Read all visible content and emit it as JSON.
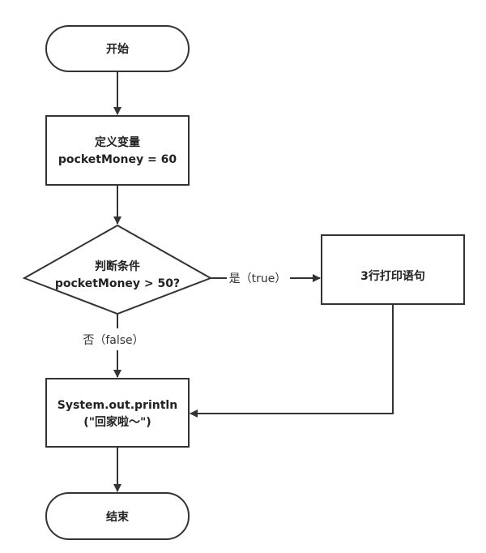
{
  "nodes": {
    "start": "开始",
    "define_line1": "定义变量",
    "define_line2": "pocketMoney = 60",
    "condition_line1": "判断条件",
    "condition_line2": "pocketMoney > 50?",
    "print3": "3行打印语句",
    "println_line1": "System.out.println",
    "println_line2": "(\"回家啦～\")",
    "end": "结束"
  },
  "edges": {
    "true_label": "是（true）",
    "false_label": "否（false）"
  }
}
